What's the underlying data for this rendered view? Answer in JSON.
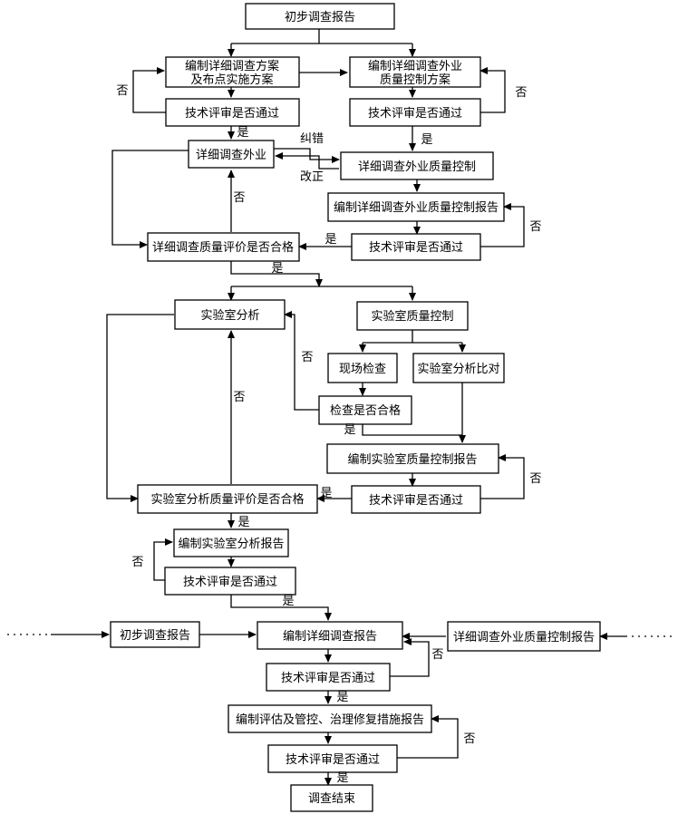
{
  "nodes": {
    "prelim": "初步调查报告",
    "plan_detail": [
      "编制详细调查方案",
      "及布点实施方案"
    ],
    "plan_qc": [
      "编制详细调查外业",
      "质量控制方案"
    ],
    "review1": "技术评审是否通过",
    "review2": "技术评审是否通过",
    "fieldwork": "详细调查外业",
    "field_qc": "详细调查外业质量控制",
    "field_qc_report": "编制详细调查外业质量控制报告",
    "review3": "技术评审是否通过",
    "quality_eval": "详细调查质量评价是否合格",
    "lab": "实验室分析",
    "lab_qc": "实验室质量控制",
    "site_check": "现场检查",
    "lab_compare": "实验室分析比对",
    "check_ok": "检查是否合格",
    "lab_qc_report": "编制实验室质量控制报告",
    "review4": "技术评审是否通过",
    "lab_eval": "实验室分析质量评价是否合格",
    "lab_report": "编制实验室分析报告",
    "review5": "技术评审是否通过",
    "prelim2": "初步调查报告",
    "detail_report": "编制详细调查报告",
    "field_qc_report2": "详细调查外业质量控制报告",
    "review6": "技术评审是否通过",
    "assess_report": "编制评估及管控、治理修复措施报告",
    "review7": "技术评审是否通过",
    "end": "调查结束"
  },
  "labels": {
    "yes": "是",
    "no": "否",
    "correct": "纠错",
    "amend": "改正"
  },
  "colors": {
    "line": "#000000",
    "box_fill": "#ffffff",
    "background": "#ffffff"
  }
}
